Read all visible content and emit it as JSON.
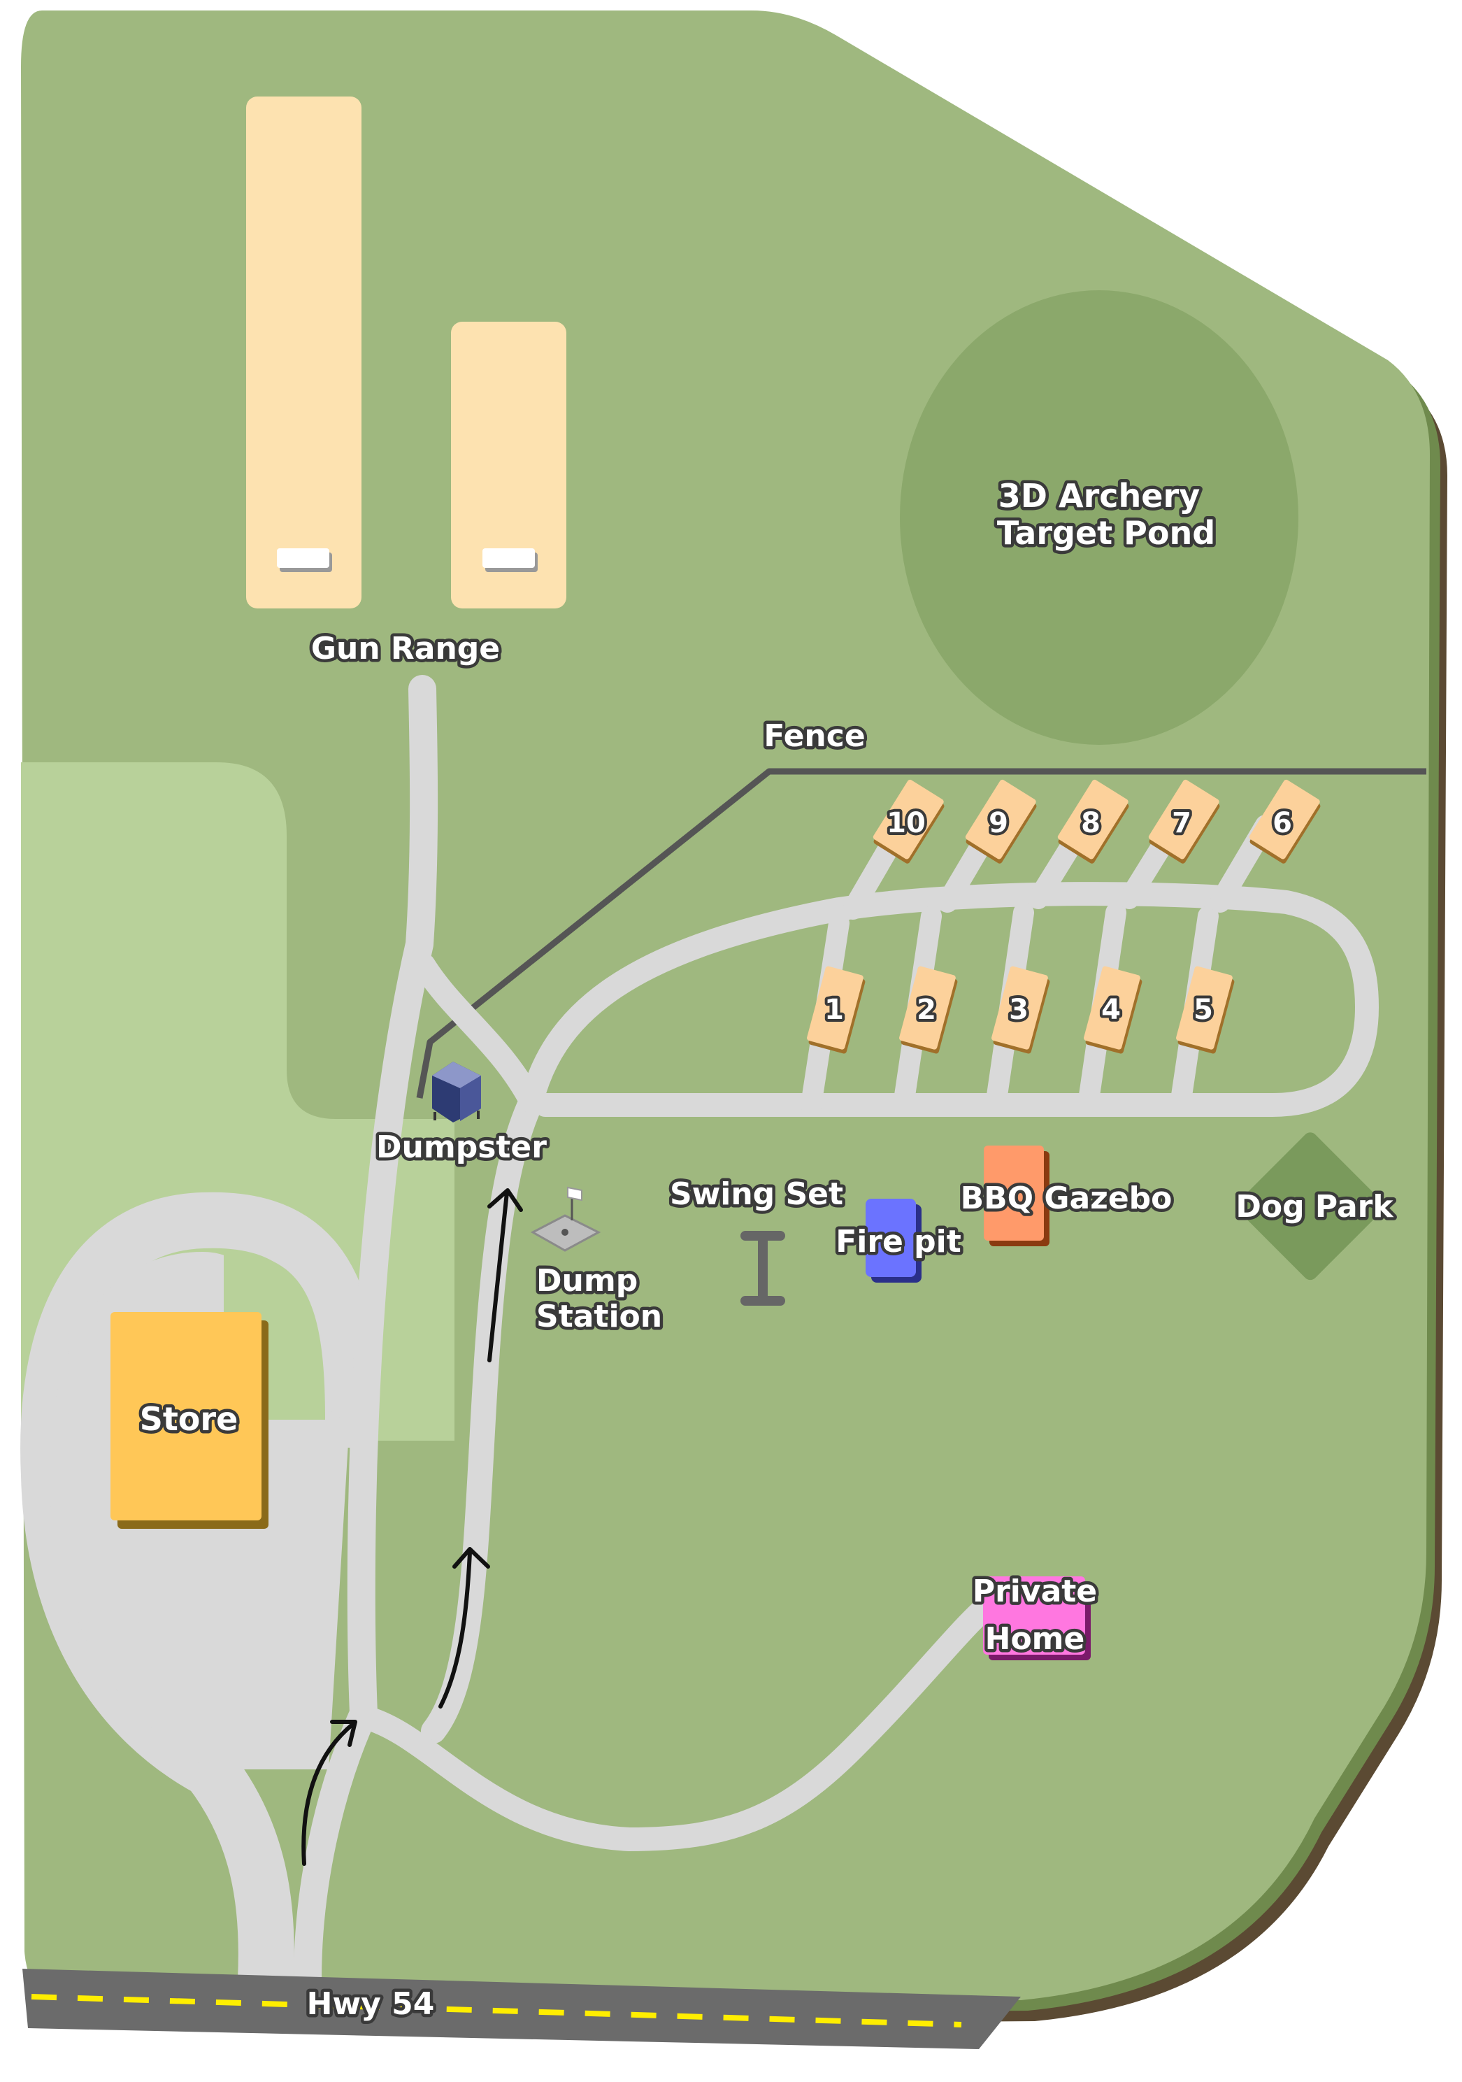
{
  "labels": {
    "gun_range": "Gun Range",
    "archery_line1": "3D Archery",
    "archery_line2": "Target Pond",
    "fence": "Fence",
    "dumpster": "Dumpster",
    "dump_line1": "Dump",
    "dump_line2": "Station",
    "swing_set": "Swing Set",
    "fire_pit": "Fire pit",
    "bbq_gazebo": "BBQ Gazebo",
    "dog_park": "Dog Park",
    "store": "Store",
    "private_line1": "Private",
    "private_line2": "Home",
    "highway": "Hwy 54"
  },
  "campsites": [
    "1",
    "2",
    "3",
    "4",
    "5",
    "6",
    "7",
    "8",
    "9",
    "10"
  ],
  "colors": {
    "grass": "#9fb87f",
    "light_grass": "#b8d19a",
    "pond": "#8ba86b",
    "road": "#d9d9d9",
    "gun_range": "#fde2b0",
    "campsite": "#fcd19b",
    "store": "#ffc757",
    "fire_pit": "#6b73ff",
    "bbq_gazebo": "#ff9a6a",
    "private_home": "#ff77e0",
    "dog_park": "#7a9a5c",
    "highway": "#6b6b6b",
    "highway_stripe": "#ffee00",
    "fence": "#555555",
    "base_edge": "#5b4a33"
  }
}
